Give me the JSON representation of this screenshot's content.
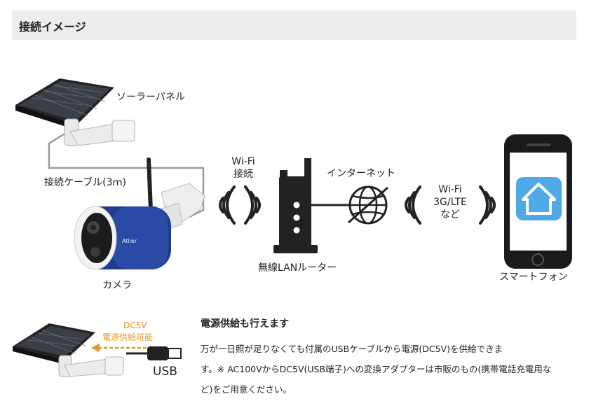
{
  "header": {
    "title": "接続イメージ"
  },
  "diagram": {
    "solar_panel_label": "ソーラーパネル",
    "cable_label": "接続ケーブル(3ｍ)",
    "camera_label": "カメラ",
    "camera_brand": "Atlier",
    "wifi_label_line1": "Wi-Fi",
    "wifi_label_line2": "接続",
    "router_label": "無線LANルーター",
    "internet_label": "インターネット",
    "mobile_label_line1": "Wi-Fi",
    "mobile_label_line2": "3G/LTE",
    "mobile_label_line3": "など",
    "smartphone_label": "スマートフォン"
  },
  "power": {
    "dc_label": "DC5V",
    "supply_label": "電源供給可能",
    "usb_label": "USB",
    "title": "電源供給も行えます",
    "body_line1": "万が一日照が足りなくても付属のUSBケーブルから電源(DC5V)を供給できま",
    "body_line2": "す。※ AC100VからDC5V(USB端子)への変換アダプターは市販のもの(携帯電話充電用な",
    "body_line3": "ど)をご用意ください。"
  },
  "colors": {
    "header_bg": "#ededed",
    "camera_blue": "#1f3c8f",
    "app_icon": "#4fa9e6",
    "dc_orange": "#e5951f"
  }
}
